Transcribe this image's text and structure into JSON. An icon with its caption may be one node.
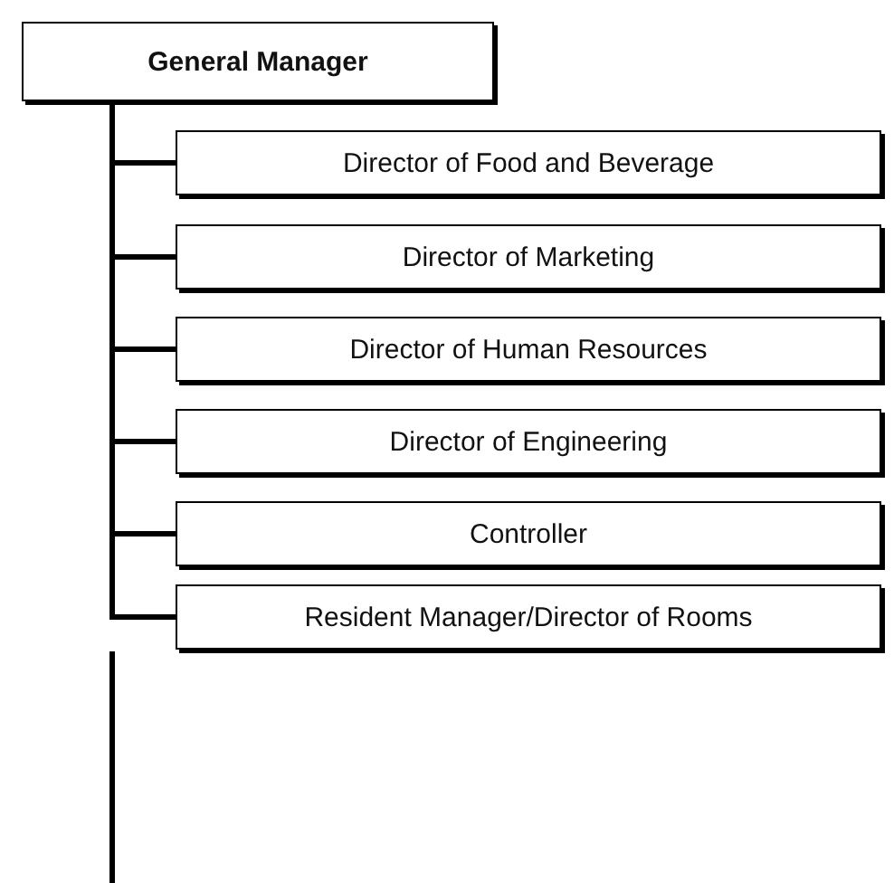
{
  "diagram": {
    "nodes": [
      {
        "text": [
          "General Manager"
        ]
      },
      {
        "text": [
          "Director of Food and Beverage"
        ]
      },
      {
        "text": [
          "Director of Marketing"
        ]
      },
      {
        "text": [
          "Director of Human Resources"
        ]
      },
      {
        "text": [
          "Director of Engineering"
        ]
      },
      {
        "text": [
          "Controller"
        ]
      },
      {
        "text": [
          "Resident Manager/Director of Rooms"
        ]
      }
    ],
    "edges": [
      {
        "from": 0,
        "to": 1,
        "arrow": "none"
      },
      {
        "from": 0,
        "to": 2,
        "arrow": "none"
      },
      {
        "from": 0,
        "to": 3,
        "arrow": "none"
      },
      {
        "from": 0,
        "to": 4,
        "arrow": "none"
      },
      {
        "from": 0,
        "to": 5,
        "arrow": "none"
      },
      {
        "from": 0,
        "to": 6,
        "arrow": "none"
      }
    ]
  }
}
